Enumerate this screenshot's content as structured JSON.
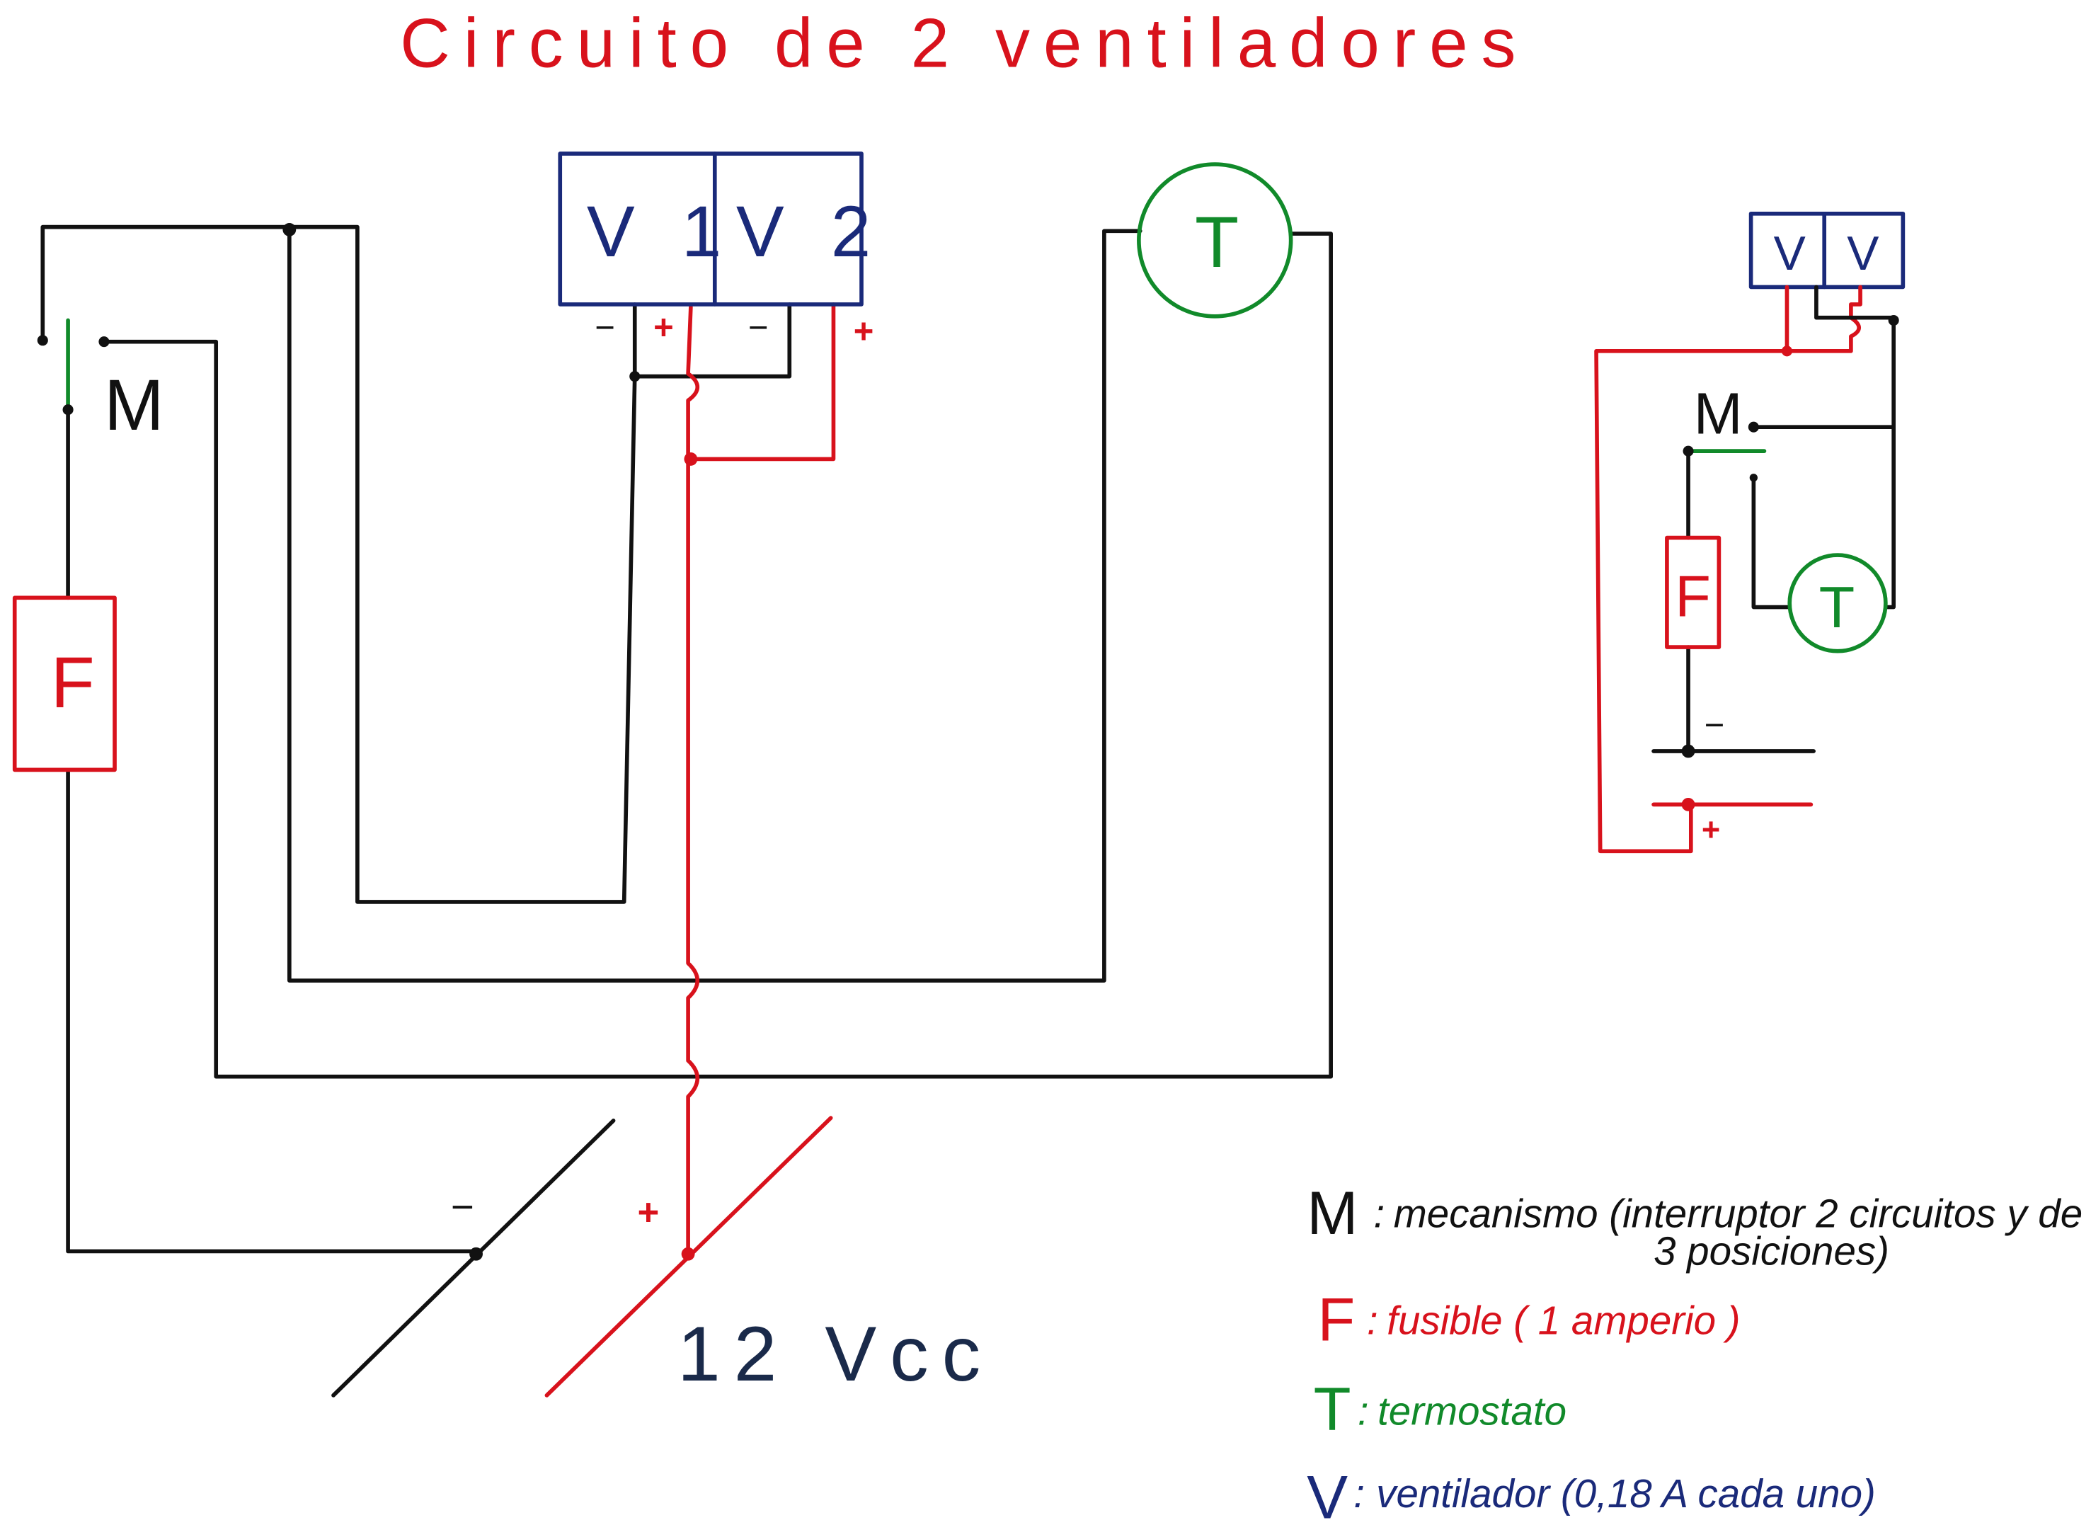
{
  "title": "Circuito de 2 ventiladores",
  "colors": {
    "wire": "#111111",
    "positive": "#d8121c",
    "thermostat": "#118a2a",
    "fan": "#1a2a7a"
  },
  "main_circuit": {
    "fan1": "V 1",
    "fan2": "V 2",
    "thermostat": "T",
    "switch": "M",
    "fuse": "F",
    "minus": "−",
    "plus": "+",
    "voltage": "12 Vcc"
  },
  "small_circuit": {
    "fan1": "V",
    "fan2": "V",
    "switch": "M",
    "fuse": "F",
    "thermostat": "T",
    "minus": "−",
    "plus": "+"
  },
  "legend": [
    {
      "symbol": "M",
      "sep": ":",
      "text": "mecanismo (interruptor 2 circuitos y de",
      "text2": "3 posiciones)"
    },
    {
      "symbol": "F",
      "sep": ":",
      "text": "fusible   ( 1 amperio )"
    },
    {
      "symbol": "T",
      "sep": ":",
      "text": "termostato"
    },
    {
      "symbol": "V",
      "sep": ":",
      "text": "ventilador   (0,18 A cada uno)"
    }
  ]
}
